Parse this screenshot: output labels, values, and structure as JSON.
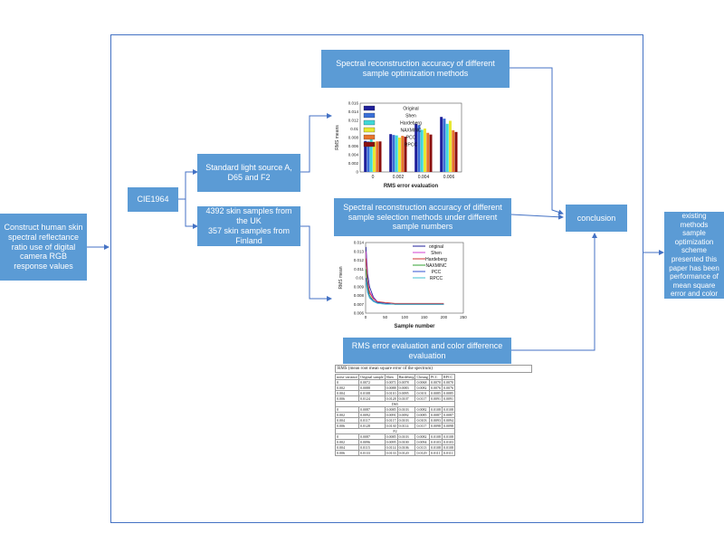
{
  "boxes": {
    "input": "Construct human skin spectral reflectance ratio use of digital camera RGB response values",
    "cie": "CIE1964",
    "light": "Standard light source A, D65 and F2",
    "samples": "4392 skin samples from the UK\n357 skin samples from Finland",
    "opt": "Spectral reconstruction accuracy of different sample optimization methods",
    "sel": "Spectral reconstruction accuracy of different sample selection methods under different sample numbers",
    "rms": "RMS error evaluation and color difference evaluation",
    "conclusion": "conclusion",
    "output": "Compared with existing methods sample optimization scheme presented this paper has been performance of mean square error and color aberration"
  },
  "colors": {
    "box": "#5b9bd5",
    "frame": "#4472c4",
    "arrow": "#4472c4"
  },
  "chart_data": [
    {
      "type": "bar",
      "title": "",
      "xlabel": "RMS error evaluation",
      "ylabel": "RMS means",
      "categories": [
        "0",
        "0.002",
        "0.004",
        "0.006"
      ],
      "ylim": [
        0,
        0.016
      ],
      "yticks": [
        "0",
        "0.002",
        "0.004",
        "0.006",
        "0.008",
        "0.01",
        "0.012",
        "0.014",
        "0.016"
      ],
      "series": [
        {
          "name": "Original",
          "color": "#1f1f9a",
          "values": [
            0.0072,
            0.0088,
            0.0112,
            0.0128
          ]
        },
        {
          "name": "Shen",
          "color": "#3a6fd8",
          "values": [
            0.0071,
            0.0086,
            0.0109,
            0.0124
          ]
        },
        {
          "name": "Hardeberg",
          "color": "#40d8d8",
          "values": [
            0.0078,
            0.0085,
            0.0098,
            0.0112
          ]
        },
        {
          "name": "NAXMINC",
          "color": "#e8e830",
          "values": [
            0.007,
            0.008,
            0.0101,
            0.0119
          ]
        },
        {
          "name": "PCC",
          "color": "#e8742c",
          "values": [
            0.0071,
            0.0084,
            0.0091,
            0.0097
          ]
        },
        {
          "name": "RPCC",
          "color": "#8b1010",
          "values": [
            0.0071,
            0.0082,
            0.0087,
            0.0093
          ]
        }
      ]
    },
    {
      "type": "line",
      "title": "",
      "xlabel": "Sample number",
      "ylabel": "RMS mean",
      "xlim": [
        0,
        250
      ],
      "ylim": [
        0.006,
        0.014
      ],
      "xticks": [
        "0",
        "50",
        "100",
        "150",
        "200",
        "250"
      ],
      "yticks": [
        "0.006",
        "0.007",
        "0.008",
        "0.009",
        "0.01",
        "0.011",
        "0.012",
        "0.013",
        "0.014"
      ],
      "x": [
        1,
        5,
        10,
        20,
        30,
        50,
        75,
        100,
        150,
        200
      ],
      "series": [
        {
          "name": "original",
          "color": "#1f1f9a",
          "values": [
            0.0135,
            0.0105,
            0.009,
            0.0078,
            0.0073,
            0.0071,
            0.007,
            0.007,
            0.007,
            0.007
          ]
        },
        {
          "name": "Shen",
          "color": "#d040d0",
          "values": [
            0.013,
            0.0098,
            0.0085,
            0.0077,
            0.0073,
            0.0071,
            0.007,
            0.007,
            0.007,
            0.007
          ]
        },
        {
          "name": "Hardeberg",
          "color": "#d03030",
          "values": [
            0.0122,
            0.0095,
            0.0083,
            0.0076,
            0.0073,
            0.0072,
            0.0071,
            0.0071,
            0.0071,
            0.0071
          ]
        },
        {
          "name": "NAXMINC",
          "color": "#30a030",
          "values": [
            0.011,
            0.009,
            0.008,
            0.0074,
            0.0072,
            0.0071,
            0.007,
            0.007,
            0.007,
            0.007
          ]
        },
        {
          "name": "PCC",
          "color": "#3050d0",
          "values": [
            0.01,
            0.0086,
            0.0078,
            0.0074,
            0.0072,
            0.0071,
            0.007,
            0.007,
            0.007,
            0.007
          ]
        },
        {
          "name": "RPCC",
          "color": "#40c0d0",
          "values": [
            0.0095,
            0.0083,
            0.0077,
            0.0073,
            0.0071,
            0.007,
            0.007,
            0.007,
            0.007,
            0.007
          ]
        }
      ]
    },
    {
      "type": "table",
      "caption": "RMS (mean root mean square error of the spectrum)",
      "columns": [
        "noise variance",
        "Original sample",
        "Shen",
        "Hardeberg",
        "Cheung",
        "PCC",
        "RPCC"
      ],
      "groups": [
        {
          "label": "",
          "rows": [
            [
              "0",
              "0.0072",
              "0.0071",
              "0.0078",
              "0.0068",
              "0.0070",
              "0.0070"
            ],
            [
              "0.002",
              "0.0088",
              "0.0088",
              "0.0083",
              "0.0082",
              "0.0076",
              "0.0076"
            ],
            [
              "0.004",
              "0.0108",
              "0.0110",
              "0.0095",
              "0.0101",
              "0.0085",
              "0.0085"
            ],
            [
              "0.006",
              "0.0124",
              "0.0128",
              "0.0107",
              "0.0117",
              "0.0091",
              "0.0091"
            ]
          ]
        },
        {
          "label": "D65",
          "rows": [
            [
              "0",
              "0.0087",
              "0.0085",
              "0.0103",
              "0.0082",
              "0.0108",
              "0.0108"
            ],
            [
              "0.002",
              "0.0092",
              "0.0091",
              "0.0092",
              "0.0085",
              "0.0087",
              "0.0087"
            ],
            [
              "0.004",
              "0.0117",
              "0.0117",
              "0.0103",
              "0.0103",
              "0.0093",
              "0.0094"
            ],
            [
              "0.006",
              "0.0128",
              "0.0130",
              "0.0114",
              "0.0117",
              "0.0098",
              "0.0098"
            ]
          ]
        },
        {
          "label": "F2",
          "rows": [
            [
              "0",
              "0.0087",
              "0.0085",
              "0.0103",
              "0.0082",
              "0.0108",
              "0.0108"
            ],
            [
              "0.002",
              "0.0096",
              "0.0095",
              "0.0100",
              "0.0094",
              "0.0103",
              "0.0103"
            ],
            [
              "0.004",
              "0.0115",
              "0.0114",
              "0.0106",
              "0.0113",
              "0.0108",
              "0.0108"
            ],
            [
              "0.006",
              "0.0133",
              "0.0133",
              "0.0120",
              "0.0129",
              "0.0111",
              "0.0111"
            ]
          ]
        }
      ]
    }
  ]
}
